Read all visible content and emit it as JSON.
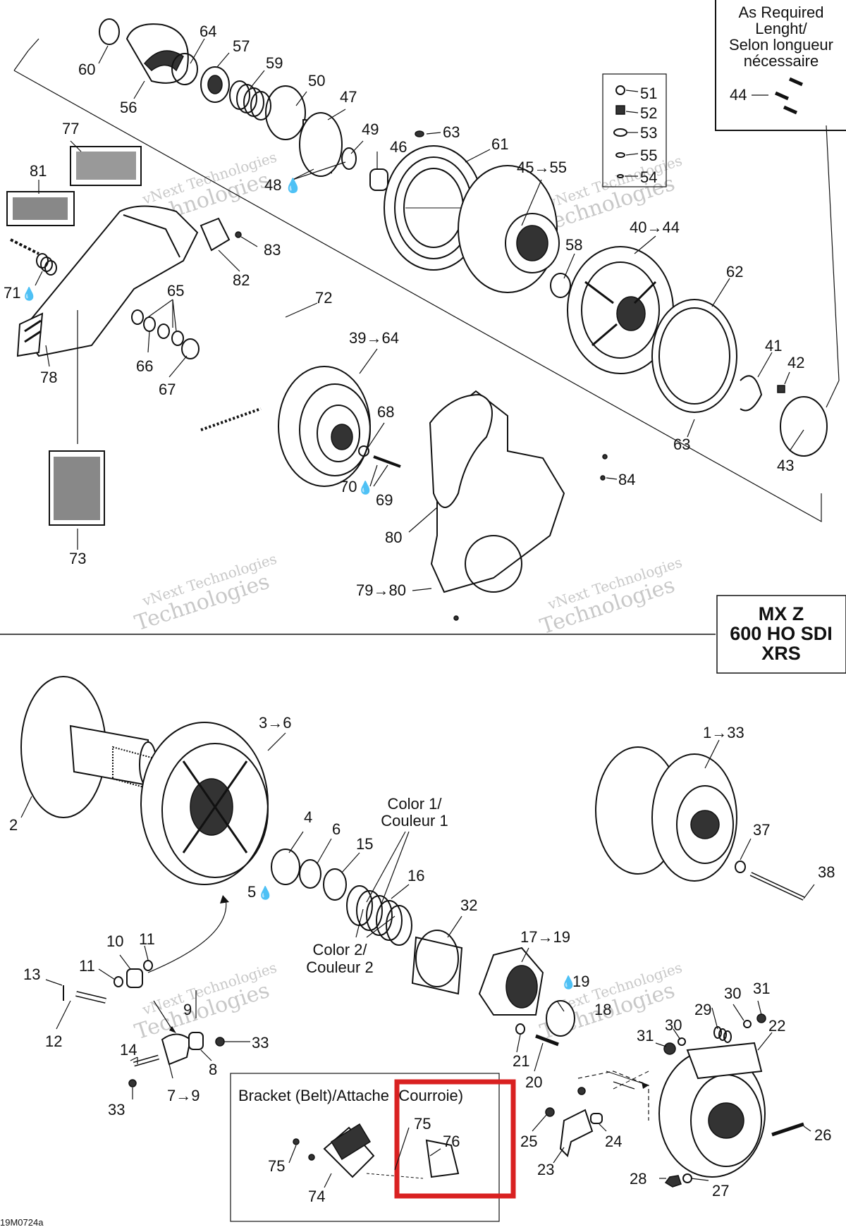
{
  "top_note": {
    "lines": [
      "As Required",
      "Lenght/",
      "Selon longueur",
      "nécessaire"
    ],
    "part": "44"
  },
  "model_box": {
    "lines": [
      "MX Z",
      "600 HO SDI",
      "XRS"
    ]
  },
  "bracket_box": {
    "title": "Bracket (Belt)/Attache (Courroie)"
  },
  "color_labels": {
    "color1": [
      "Color 1/",
      "Couleur 1"
    ],
    "color2": [
      "Color 2/",
      "Couleur 2"
    ]
  },
  "watermark": {
    "line1": "vNext Technologies",
    "line2": "Technologies"
  },
  "figure_code": "19M0724a",
  "callouts": {
    "c60": "60",
    "c64": "64",
    "c57": "57",
    "c59": "59",
    "c56": "56",
    "c50": "50",
    "c47": "47",
    "c49": "49",
    "c46": "46",
    "c63a": "63",
    "c61": "61",
    "c48": "48",
    "c51": "51",
    "c52": "52",
    "c53": "53",
    "c55": "55",
    "c54": "54",
    "c4555": "45→55",
    "c77": "77",
    "c81": "81",
    "c83": "83",
    "c82": "82",
    "c71": "71",
    "c65": "65",
    "c72": "72",
    "c66": "66",
    "c67": "67",
    "c78": "78",
    "c4044": "40→44",
    "c58": "58",
    "c62": "62",
    "c3964": "39→64",
    "c41": "41",
    "c42": "42",
    "c68": "68",
    "c63b": "63",
    "c43": "43",
    "c70": "70",
    "c69": "69",
    "c84": "84",
    "c80": "80",
    "c73": "73",
    "c7980": "79→80",
    "c36": "3→6",
    "c133": "1→33",
    "c2": "2",
    "c4": "4",
    "c6": "6",
    "c15": "15",
    "c16": "16",
    "c37": "37",
    "c38": "38",
    "c5": "5",
    "c32": "32",
    "c1719": "17→19",
    "c10": "10",
    "c11a": "11",
    "c11b": "11",
    "c13": "13",
    "c12": "12",
    "c9": "9",
    "c33a": "33",
    "c19": "19",
    "c18": "18",
    "c29": "29",
    "c30a": "30",
    "c31a": "31",
    "c30b": "30",
    "c31b": "31",
    "c22": "22",
    "c14": "14",
    "c8": "8",
    "c21": "21",
    "c20": "20",
    "c79": "7→9",
    "c33b": "33",
    "c25": "25",
    "c24": "24",
    "c26": "26",
    "c23": "23",
    "c28": "28",
    "c27": "27",
    "c75a": "75",
    "c76": "76",
    "c75b": "75",
    "c74": "74"
  },
  "highlight": {
    "color": "#d92121"
  }
}
